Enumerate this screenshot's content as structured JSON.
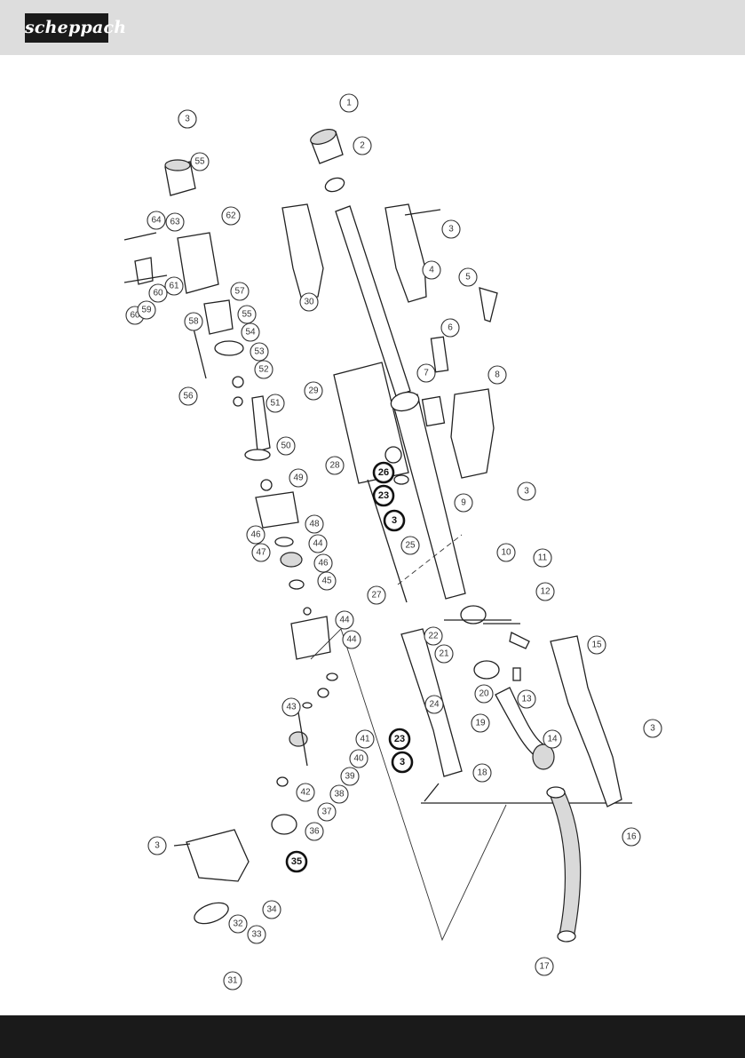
{
  "brand": {
    "logo_text": "scheppach"
  },
  "callouts": [
    "1",
    "2",
    "3",
    "3",
    "4",
    "5",
    "6",
    "7",
    "8",
    "3",
    "9",
    "10",
    "11",
    "12",
    "13",
    "14",
    "15",
    "3",
    "16",
    "17",
    "18",
    "19",
    "20",
    "21",
    "22",
    "24",
    "23",
    "3",
    "25",
    "26",
    "23",
    "3",
    "27",
    "28",
    "29",
    "30",
    "3",
    "55",
    "62",
    "63",
    "64",
    "61",
    "58",
    "60",
    "60",
    "59",
    "57",
    "55",
    "54",
    "53",
    "52",
    "56",
    "51",
    "50",
    "49",
    "46",
    "47",
    "48",
    "44",
    "46",
    "45",
    "44",
    "43",
    "42",
    "41",
    "40",
    "39",
    "38",
    "37",
    "36",
    "35",
    "32",
    "31",
    "33",
    "34",
    "3",
    "44"
  ]
}
